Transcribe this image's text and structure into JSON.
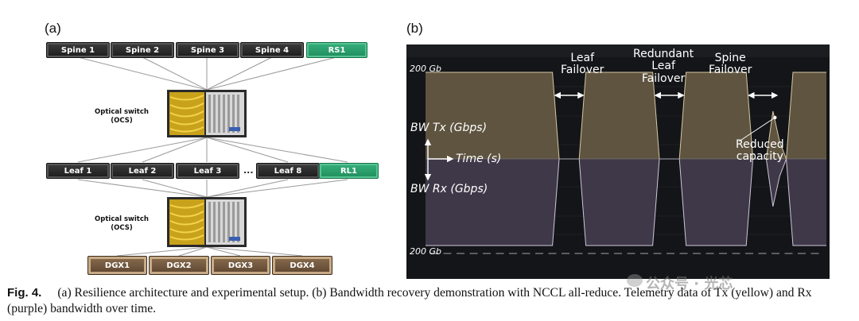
{
  "panel_a": {
    "label": "(a)",
    "spines": [
      "Spine 1",
      "Spine 2",
      "Spine 3",
      "Spine 4"
    ],
    "spine_redundant": "RS1",
    "leaves": [
      "Leaf 1",
      "Leaf 2",
      "Leaf 3",
      "Leaf 8"
    ],
    "leaf_ellipsis": "...",
    "leaf_redundant": "RL1",
    "ocs_top": "Optical switch\n(OCS)",
    "ocs_bottom": "Optical switch\n(OCS)",
    "dgx": [
      "DGX1",
      "DGX2",
      "DGX3",
      "DGX4"
    ],
    "colors": {
      "switch": "#262626",
      "redundant": "#2fa371",
      "dgx": "#6b5038",
      "line": "#9a9a9a"
    }
  },
  "panel_b": {
    "label": "(b)",
    "top_scale": "200 Gb",
    "bottom_scale": "200 Gb",
    "tx_label": "BW Tx (Gbps)",
    "rx_label": "BW Rx (Gbps)",
    "time_label": "Time (s)",
    "annotations": {
      "leaf": "Leaf\nFailover",
      "redundant_leaf": "Redundant\nLeaf\nFailover",
      "spine": "Spine\nFailover",
      "reduced": "Reduced\ncapacity"
    },
    "colors": {
      "tx": "#5e5440",
      "rx": "#3e3848",
      "background": "#141518"
    }
  },
  "chart_data": {
    "type": "area",
    "title": "",
    "xlabel": "Time (s)",
    "ylabel_top": "BW Tx (Gbps)",
    "ylabel_bottom": "BW Rx (Gbps)",
    "ylim": [
      -200,
      200
    ],
    "x": [
      0,
      10,
      19,
      20,
      21,
      22,
      23,
      24,
      34,
      35,
      36,
      37,
      38,
      39,
      48,
      49,
      50,
      51,
      52,
      53,
      54,
      55,
      56,
      60
    ],
    "series": [
      {
        "name": "Tx",
        "values": [
          200,
          200,
          200,
          0,
          0,
          0,
          0,
          200,
          200,
          0,
          0,
          0,
          0,
          200,
          200,
          0,
          0,
          0,
          110,
          40,
          0,
          200,
          200,
          200
        ]
      },
      {
        "name": "Rx",
        "values": [
          -200,
          -200,
          -200,
          0,
          0,
          0,
          0,
          -200,
          -200,
          0,
          0,
          0,
          0,
          -200,
          -200,
          0,
          0,
          0,
          -110,
          -40,
          0,
          -200,
          -200,
          -200
        ]
      }
    ],
    "annotations": [
      "Leaf Failover",
      "Redundant Leaf Failover",
      "Spine Failover",
      "Reduced capacity"
    ]
  },
  "caption": {
    "fig_label": "Fig. 4.",
    "text": "(a) Resilience architecture and experimental setup. (b) Bandwidth recovery demonstration with NCCL all-reduce. Telemetry data of Tx (yellow) and Rx (purple) bandwidth over time."
  },
  "watermark": "公众号 · 光芯"
}
